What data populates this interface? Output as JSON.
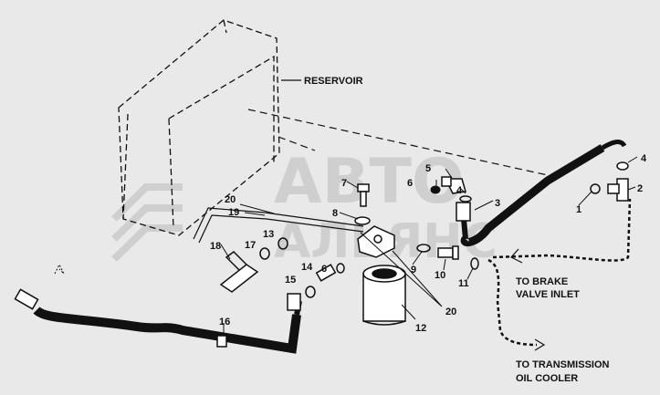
{
  "labels": {
    "reservoir": "RESERVOIR",
    "to_brake_1": "TO BRAKE",
    "to_brake_2": "VALVE INLET",
    "to_trans_1": "TO TRANSMISSION",
    "to_trans_2": "OIL COOLER"
  },
  "watermark": {
    "line1": "АВТО",
    "line2": "АЛЬЯНС"
  },
  "callouts": [
    "1",
    "2",
    "3",
    "4",
    "4",
    "5",
    "6",
    "6",
    "7",
    "8",
    "9",
    "10",
    "11",
    "12",
    "13",
    "14",
    "15",
    "16",
    "17",
    "18",
    "19",
    "20",
    "20"
  ],
  "colors": {
    "background": "#e9e9e9",
    "ink": "#111111",
    "watermark": "#cfcfcf"
  }
}
